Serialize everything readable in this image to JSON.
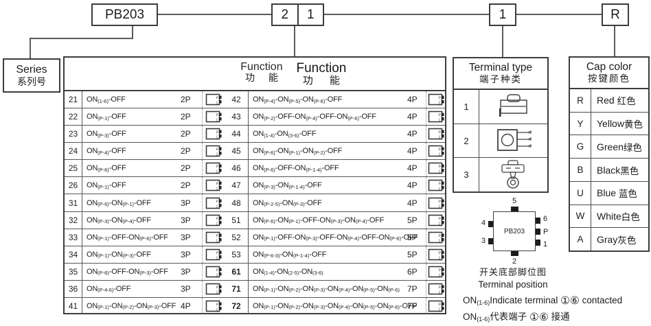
{
  "part_code": {
    "series": "PB203",
    "function_digit_1": "2",
    "function_digit_2": "1",
    "terminal_digit": "1",
    "cap_color_letter": "R"
  },
  "series_box": {
    "label_en": "Series",
    "label_zh": "系列号"
  },
  "function_section": {
    "header": {
      "en_small": "Function",
      "zh_small": "功 能",
      "en_large": "Function",
      "zh_large": "功 能"
    },
    "rows_left": [
      {
        "no": "21",
        "func": "ON(1-6)-OFF",
        "poles": "2P"
      },
      {
        "no": "22",
        "func": "ON(P-1)-OFF",
        "poles": "2P"
      },
      {
        "no": "23",
        "func": "ON(P-3)-OFF",
        "poles": "2P"
      },
      {
        "no": "24",
        "func": "ON(P-4)-OFF",
        "poles": "2P"
      },
      {
        "no": "25",
        "func": "ON(P-6)-OFF",
        "poles": "2P"
      },
      {
        "no": "26",
        "func": "ON(P-1)-OFF",
        "poles": "2P"
      },
      {
        "no": "31",
        "func": "ON(P-6)-ON(P-1)-OFF",
        "poles": "3P"
      },
      {
        "no": "32",
        "func": "ON(P-3)-ON(P-4)-OFF",
        "poles": "3P"
      },
      {
        "no": "33",
        "func": "ON(P-1)-OFF-ON(P-6)-OFF",
        "poles": "3P"
      },
      {
        "no": "34",
        "func": "ON(P-1)-ON(P-3)-OFF",
        "poles": "3P"
      },
      {
        "no": "35",
        "func": "ON(P-6)-OFF-ON(P-3)-OFF",
        "poles": "3P"
      },
      {
        "no": "36",
        "func": "ON(P-4-6)-OFF",
        "poles": "3P"
      },
      {
        "no": "41",
        "func": "ON(P-1)-ON(P-2)-ON(P-3)-OFF",
        "poles": "4P"
      }
    ],
    "rows_right": [
      {
        "no": "42",
        "func": "ON(P-4)-ON(P-5)-ON(P-6)-OFF",
        "poles": "4P"
      },
      {
        "no": "43",
        "func": "ON(P-2)-OFF-ON(P-4)-OFF-ON(P-6)-OFF",
        "poles": "4P"
      },
      {
        "no": "44",
        "func": "ON(1-4)-ON(3-6)-OFF",
        "poles": "4P"
      },
      {
        "no": "45",
        "func": "ON(P-6)-ON(P-1)-ON(P-2)-OFF",
        "poles": "4P"
      },
      {
        "no": "46",
        "func": "ON(P-6)-OFF-ON(P-1-4)-OFF",
        "poles": "4P"
      },
      {
        "no": "47",
        "func": "ON(P-3)-ON(P-1-4)-OFF",
        "poles": "4P"
      },
      {
        "no": "48",
        "func": "ON(P-2-5)-ON(P-3)-OFF",
        "poles": "4P"
      },
      {
        "no": "51",
        "func": "ON(P-6)-ON(P-1)-OFF-ON(P-3)-ON(P-4)-OFF",
        "poles": "5P"
      },
      {
        "no": "52",
        "func": "ON(P-1)-OFF-ON(P-3)-OFF-ON(P-4)-OFF-ON(P-6)-OFF",
        "poles": "5P"
      },
      {
        "no": "53",
        "func": "ON(P-6-3)-ON(P-1-4)-OFF",
        "poles": "5P"
      },
      {
        "no": "61",
        "func": "ON(1-4)-ON(2-5)-ON(3-6)",
        "poles": "6P",
        "bold": true
      },
      {
        "no": "71",
        "func": "ON(P-1)-ON(P-2)-ON(P-3)-ON(P-4)-ON(P-5)-ON(P-6)",
        "poles": "7P",
        "bold": true
      },
      {
        "no": "72",
        "func": "ON(P-1)-ON(P-2)-ON(P-3)-ON(P-4)-ON(P-5)-ON(P-6)-OFF",
        "poles": "7P",
        "bold": true
      }
    ]
  },
  "terminal_section": {
    "title_en": "Terminal type",
    "title_zh": "端子种类",
    "rows": [
      {
        "code": "1",
        "icon": "straight-pcb-terminal-icon"
      },
      {
        "code": "2",
        "icon": "right-angle-pcb-terminal-icon"
      },
      {
        "code": "3",
        "icon": "solder-lug-terminal-icon"
      }
    ]
  },
  "cap_color_section": {
    "title_en": "Cap color",
    "title_zh": "按键颜色",
    "rows": [
      {
        "code": "R",
        "name_en": "Red ",
        "name_zh": "红色"
      },
      {
        "code": "Y",
        "name_en": "Yellow",
        "name_zh": "黄色"
      },
      {
        "code": "G",
        "name_en": "Green",
        "name_zh": "绿色"
      },
      {
        "code": "B",
        "name_en": "Black",
        "name_zh": "黑色"
      },
      {
        "code": "U",
        "name_en": "Blue ",
        "name_zh": "蓝色"
      },
      {
        "code": "W",
        "name_en": "White",
        "name_zh": "白色"
      },
      {
        "code": "A",
        "name_en": "Gray",
        "name_zh": "灰色"
      }
    ]
  },
  "pin_diagram": {
    "chip_label": "PB203",
    "pin_top": "5",
    "pin_bottom": "2",
    "pin_left_upper": "4",
    "pin_left_lower": "3",
    "pin_right_upper": "6",
    "pin_right_middle": "P",
    "pin_right_lower": "1",
    "caption_zh": "开关底部脚位图",
    "caption_en": "Terminal position"
  },
  "notes": {
    "line1": "ON(1-6)Indicate terminal ①⑥  contacted",
    "line2": "ON(1-6)代表端子 ①⑥  接通"
  },
  "colors": {
    "line": "#3c3c3c",
    "text": "#1c1c1c",
    "background": "#ffffff"
  }
}
